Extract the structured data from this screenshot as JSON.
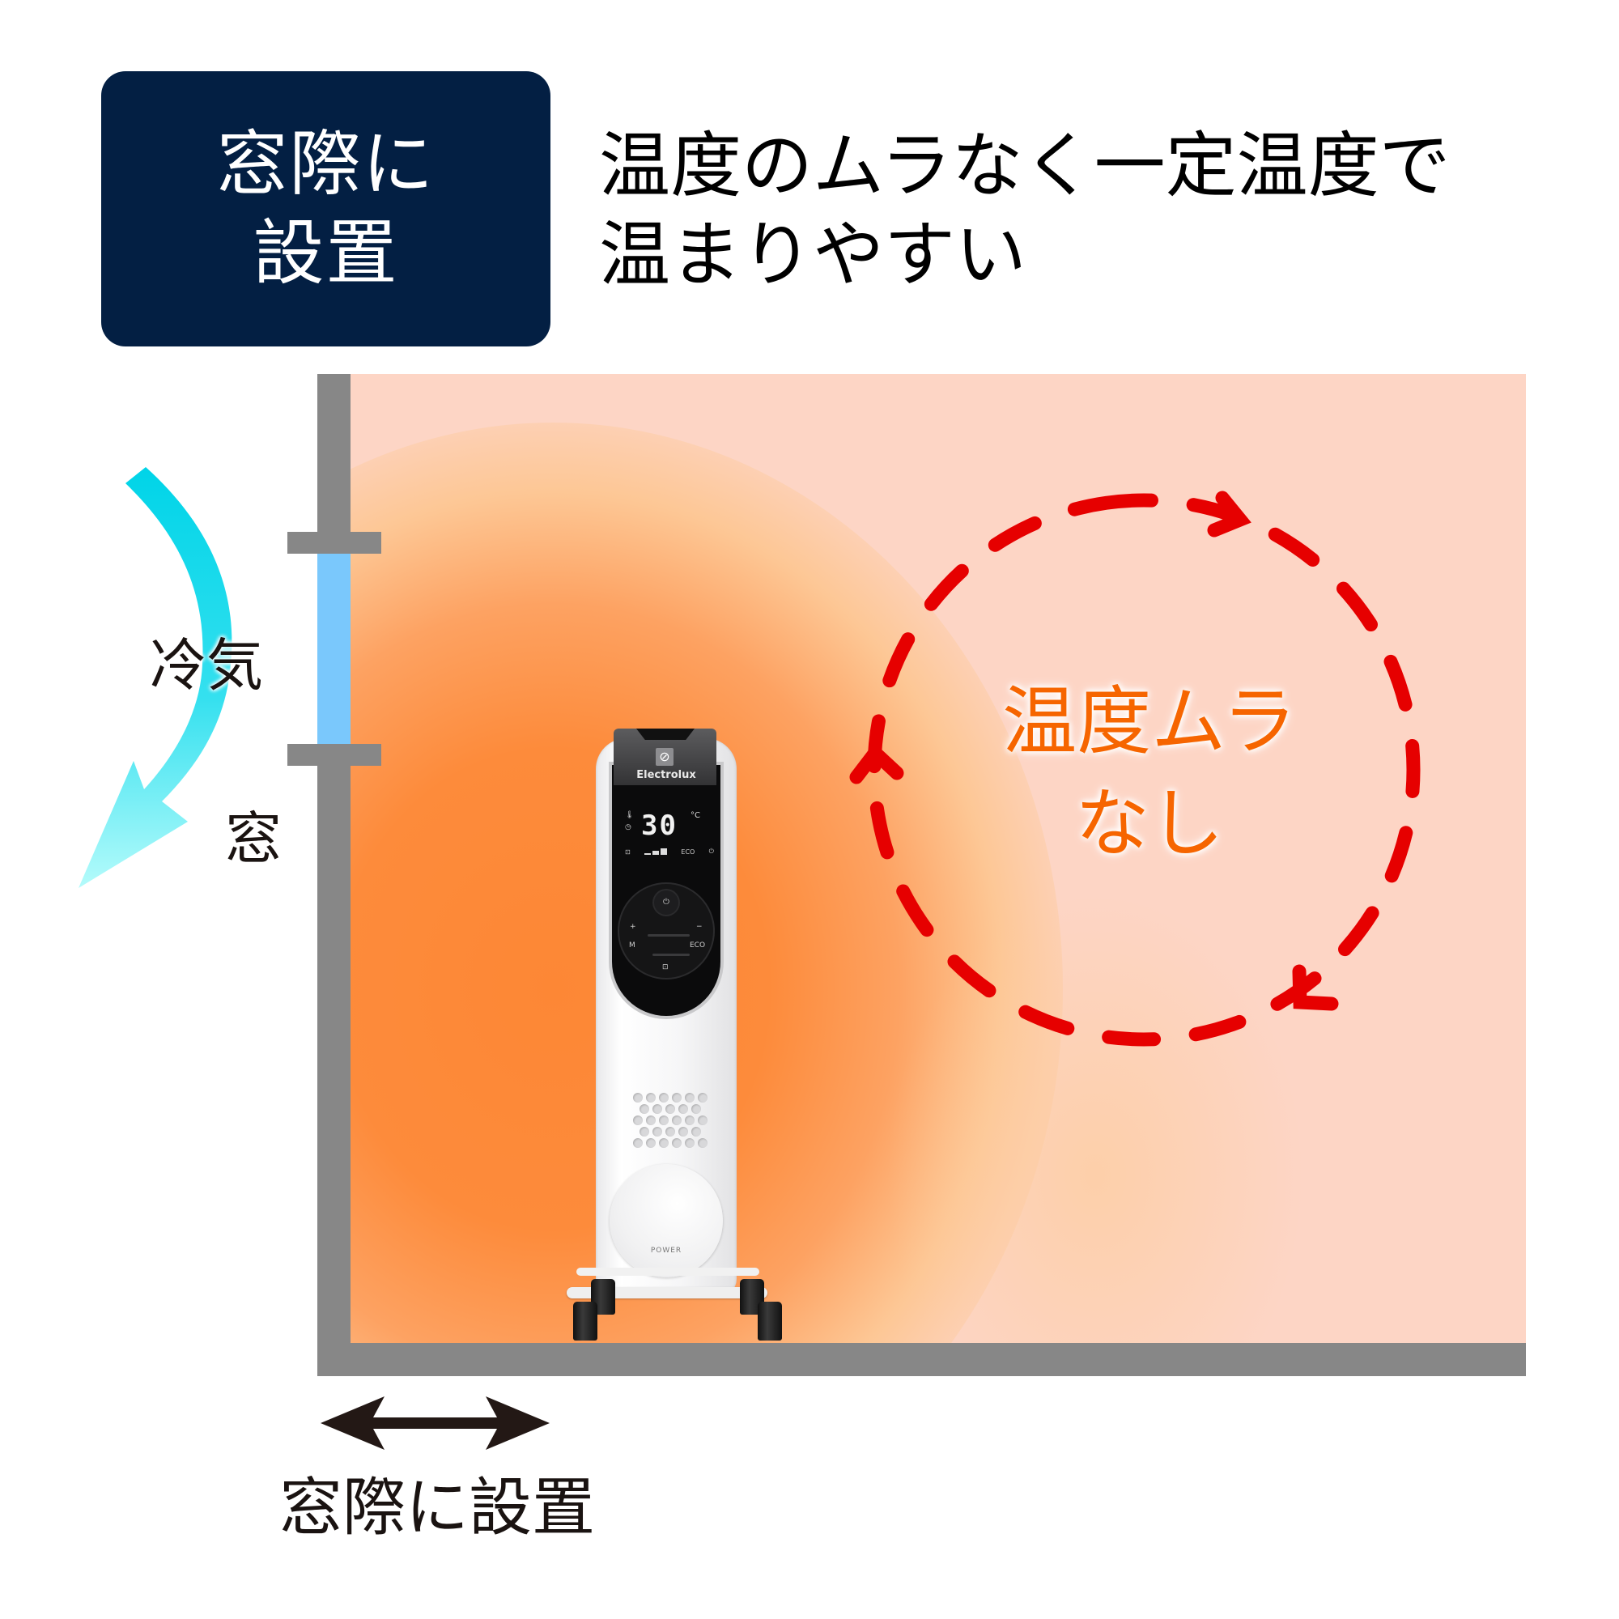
{
  "badge": {
    "lines": [
      "窓際に",
      "設置"
    ],
    "bg_color": "#031f43",
    "text_color": "#ffffff"
  },
  "headline": {
    "lines": [
      "温度のムラなく一定温度で",
      "温まりやすい"
    ],
    "color": "#000000"
  },
  "diagram": {
    "labels": {
      "cold_air": "冷気",
      "window": "窓",
      "placement": "窓際に設置",
      "no_unevenness_line1": "温度ムラ",
      "no_unevenness_line2": "なし"
    },
    "colors": {
      "room_bg": "#fdd5c5",
      "heat_glow": "#fd8735",
      "wall": "#878787",
      "window_glass": "#7ac8fc",
      "cold_air_arrow": "#00d4e8",
      "circulation_arrow": "#e60000",
      "center_label": "#f66500"
    },
    "icons": [
      "cold-air-curved-arrow",
      "double-headed-arrow",
      "dashed-circular-arrow"
    ]
  },
  "heater": {
    "brand": "Electrolux",
    "temperature": "30",
    "unit": "°C",
    "indicators": [
      "lock-icon",
      "power-level-bars",
      "ECO",
      "power-icon"
    ],
    "dial": {
      "plus": "+",
      "minus": "−",
      "mode": "M",
      "eco": "ECO"
    },
    "power_label": "POWER"
  }
}
